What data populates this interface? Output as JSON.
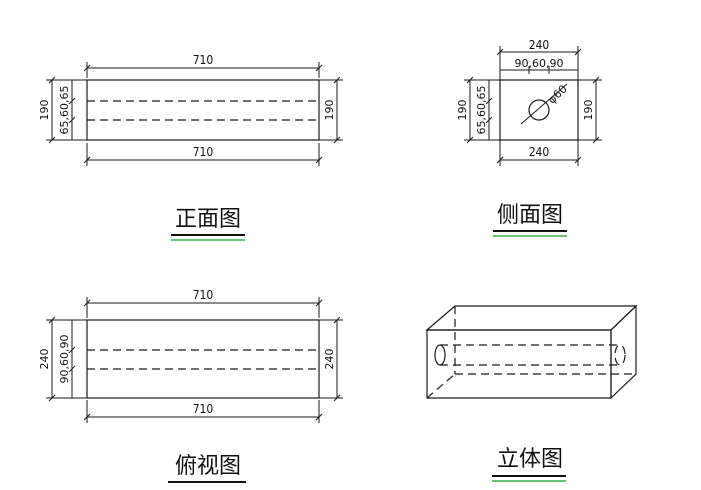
{
  "front_view": {
    "title": "正面图",
    "length_top": "710",
    "length_bottom": "710",
    "height_left": "190",
    "hole_offsets_left": "65,60,65",
    "height_right": "190"
  },
  "side_view": {
    "title": "侧面图",
    "width_top": "240",
    "width_segments_top": "90,60,90",
    "width_bottom": "240",
    "height_left": "190",
    "hole_offsets_left": "65,60,65",
    "height_right": "190",
    "hole_diameter": "φ60"
  },
  "top_view": {
    "title": "俯视图",
    "length_top": "710",
    "length_bottom": "710",
    "width_left": "240",
    "hole_offsets_left": "90,60,90",
    "width_right": "240"
  },
  "iso_view": {
    "title": "立体图"
  },
  "colors": {
    "line": "#1a1a1a",
    "title_underline": "#111111",
    "title_underline_accent": "#33b24a"
  }
}
